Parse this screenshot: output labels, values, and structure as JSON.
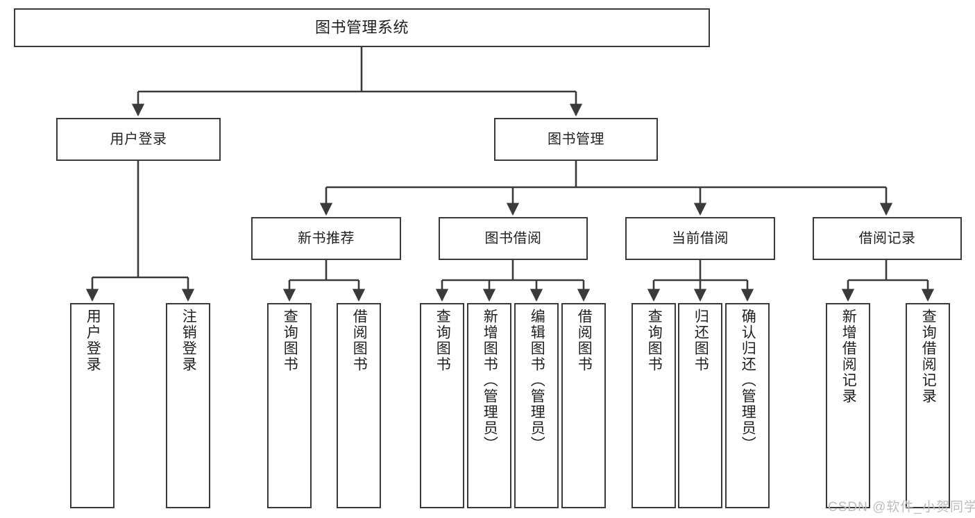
{
  "diagram": {
    "type": "tree-hierarchy",
    "title": "图书管理系统",
    "orientation": "top-down",
    "line_color": "#3a3a3a",
    "box_fill": "#ffffff",
    "text_color": "#1f1f1f"
  },
  "watermark": {
    "text": "CSDN @软件_小贺同学",
    "color": "#bdbdbd"
  },
  "nodes": {
    "root": {
      "label": "图书管理系统",
      "level": 1
    },
    "level2": [
      {
        "id": "user-login",
        "label": "用户登录"
      },
      {
        "id": "book-management",
        "label": "图书管理"
      }
    ],
    "level3": [
      {
        "id": "new-book-recommend",
        "label": "新书推荐"
      },
      {
        "id": "book-borrow",
        "label": "图书借阅"
      },
      {
        "id": "current-borrow",
        "label": "当前借阅"
      },
      {
        "id": "borrow-record",
        "label": "借阅记录"
      }
    ],
    "leaves": [
      {
        "id": "leaf-user-login",
        "label": "用户登录",
        "parent": "user-login"
      },
      {
        "id": "leaf-logout",
        "label": "注销登录",
        "parent": "user-login"
      },
      {
        "id": "leaf-query-book-1",
        "label": "查询图书",
        "parent": "new-book-recommend"
      },
      {
        "id": "leaf-borrow-book-1",
        "label": "借阅图书",
        "parent": "new-book-recommend"
      },
      {
        "id": "leaf-query-book-2",
        "label": "查询图书",
        "parent": "book-borrow"
      },
      {
        "id": "leaf-add-book",
        "label": "新增图书（管理员）",
        "parent": "book-borrow"
      },
      {
        "id": "leaf-edit-book",
        "label": "编辑图书（管理员）",
        "parent": "book-borrow"
      },
      {
        "id": "leaf-borrow-book-2",
        "label": "借阅图书",
        "parent": "book-borrow"
      },
      {
        "id": "leaf-query-book-3",
        "label": "查询图书",
        "parent": "current-borrow"
      },
      {
        "id": "leaf-return-book",
        "label": "归还图书",
        "parent": "current-borrow"
      },
      {
        "id": "leaf-confirm-return",
        "label": "确认归还（管理员）",
        "parent": "current-borrow"
      },
      {
        "id": "leaf-add-record",
        "label": "新增借阅记录",
        "parent": "borrow-record"
      },
      {
        "id": "leaf-query-record",
        "label": "查询借阅记录",
        "parent": "borrow-record"
      }
    ]
  }
}
